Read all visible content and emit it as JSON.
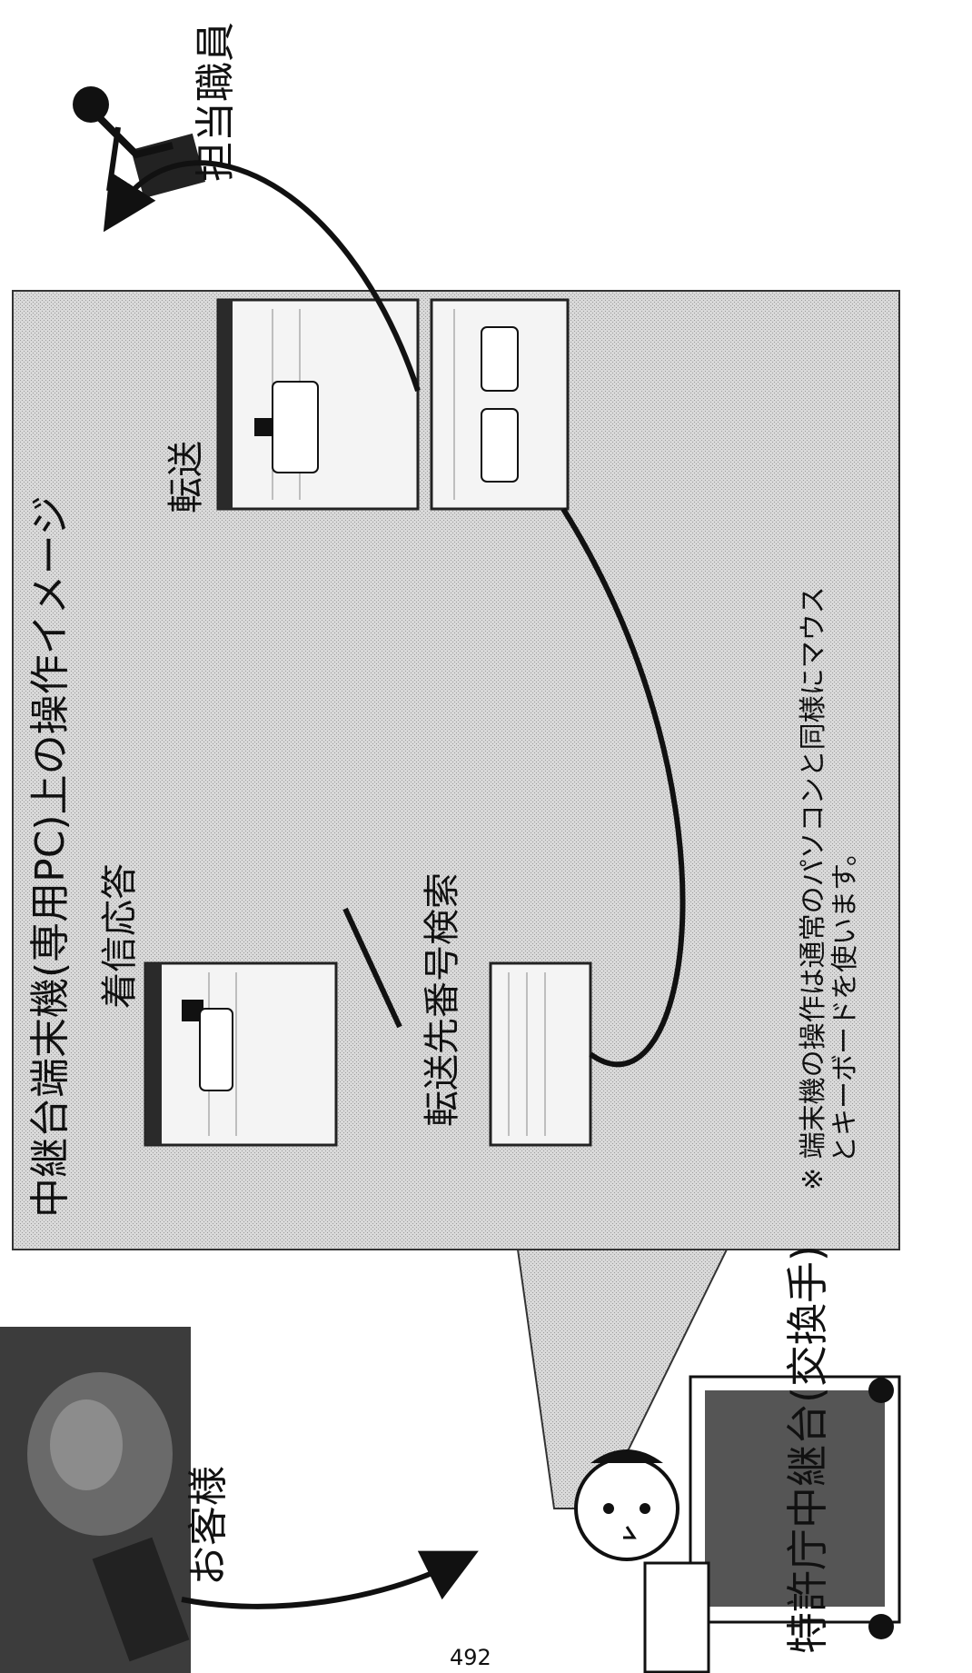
{
  "panel_title": "中継台端末機(専用PC)上の操作イメージ",
  "steps": {
    "answer": "着信応答",
    "search": "転送先番号検索",
    "transfer": "転送"
  },
  "actors": {
    "customer": "お客様",
    "operator": "特許庁中継台(交換手)",
    "staff": "担当職員"
  },
  "note": {
    "line1": "※ 端末機の操作は通常のパソコンと同様にマウス",
    "line2": "とキーボードを使います。"
  },
  "page_number": "492"
}
